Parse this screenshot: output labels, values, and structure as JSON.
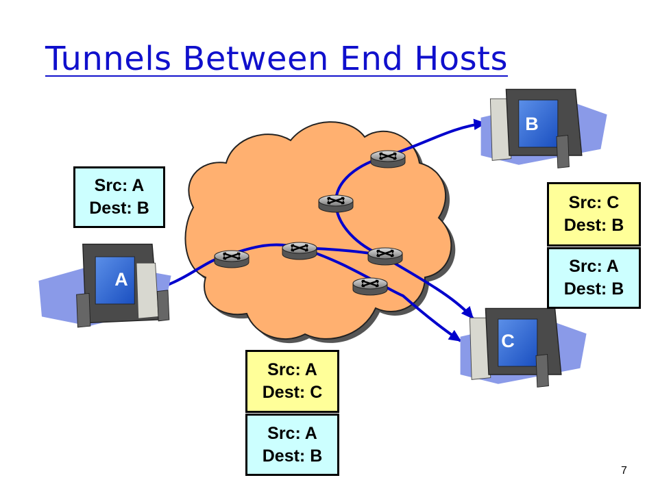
{
  "slide": {
    "title": "Tunnels Between End Hosts",
    "page_number": "7"
  },
  "hosts": {
    "a": {
      "label": "A"
    },
    "b": {
      "label": "B"
    },
    "c": {
      "label": "C"
    }
  },
  "headers": {
    "ab_left": {
      "src": "Src: A",
      "dest": "Dest: B"
    },
    "cb_outer": {
      "src": "Src: C",
      "dest": "Dest: B"
    },
    "ab_inner_right": {
      "src": "Src: A",
      "dest": "Dest: B"
    },
    "ac_outer": {
      "src": "Src: A",
      "dest": "Dest: C"
    },
    "ab_inner_bottom": {
      "src": "Src: A",
      "dest": "Dest: B"
    }
  },
  "colors": {
    "cloud_fill": "#ffb070",
    "path": "#0000cc",
    "title": "#1010cc",
    "outer_header": "#ffff99",
    "inner_header": "#ccffff"
  }
}
